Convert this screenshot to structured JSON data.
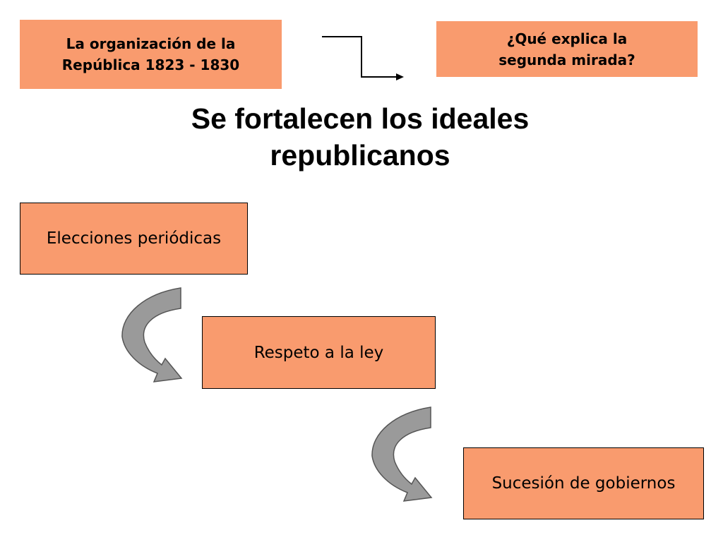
{
  "colors": {
    "box_fill": "#F99B6E",
    "box_border": "#000000",
    "arrow_fill": "#9A9A9A",
    "arrow_stroke": "#555555",
    "connector": "#000000",
    "background": "#FFFFFF"
  },
  "header": {
    "topic_line1": "La organización de la",
    "topic_line2": "República 1823 - 1830",
    "question_line1": "¿Qué explica la",
    "question_line2": "segunda mirada?"
  },
  "title": {
    "line1": "Se fortalecen los ideales",
    "line2": "republicanos"
  },
  "flow": {
    "step1": "Elecciones periódicas",
    "step2": "Respeto a la ley",
    "step3": "Sucesión de gobiernos"
  },
  "icons": {
    "connector": "elbow-arrow-icon",
    "curved": "curved-arrow-icon"
  }
}
